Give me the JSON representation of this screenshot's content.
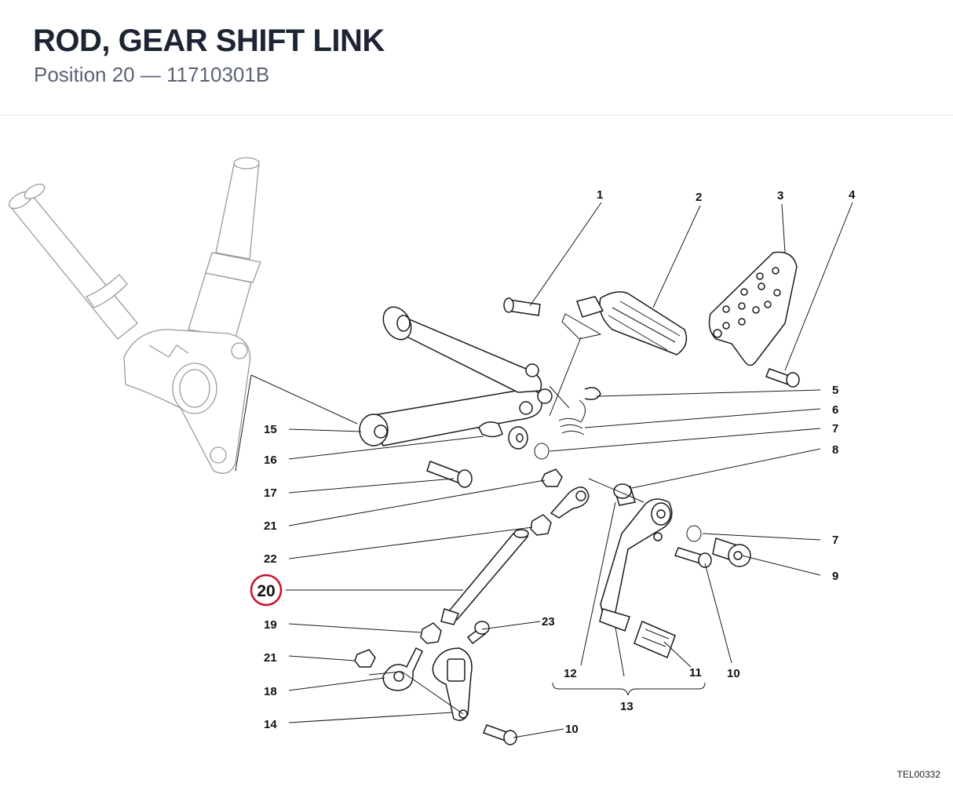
{
  "header": {
    "title": "ROD, GEAR SHIFT LINK",
    "subtitle": "Position 20 — 11710301B"
  },
  "diagram": {
    "reference": "TEL00332",
    "highlight_color": "#c8102e",
    "highlighted_callout": "20",
    "callouts": {
      "c1": "1",
      "c2": "2",
      "c3": "3",
      "c4": "4",
      "c5": "5",
      "c6": "6",
      "c7a": "7",
      "c8": "8",
      "c15": "15",
      "c16": "16",
      "c7b": "7",
      "c17": "17",
      "c21a": "21",
      "c22": "22",
      "c9": "9",
      "c20": "20",
      "c19": "19",
      "c23": "23",
      "c21b": "21",
      "c18": "18",
      "c14": "14",
      "c10a": "10",
      "c12": "12",
      "c11": "11",
      "c10b": "10",
      "c13": "13"
    }
  }
}
